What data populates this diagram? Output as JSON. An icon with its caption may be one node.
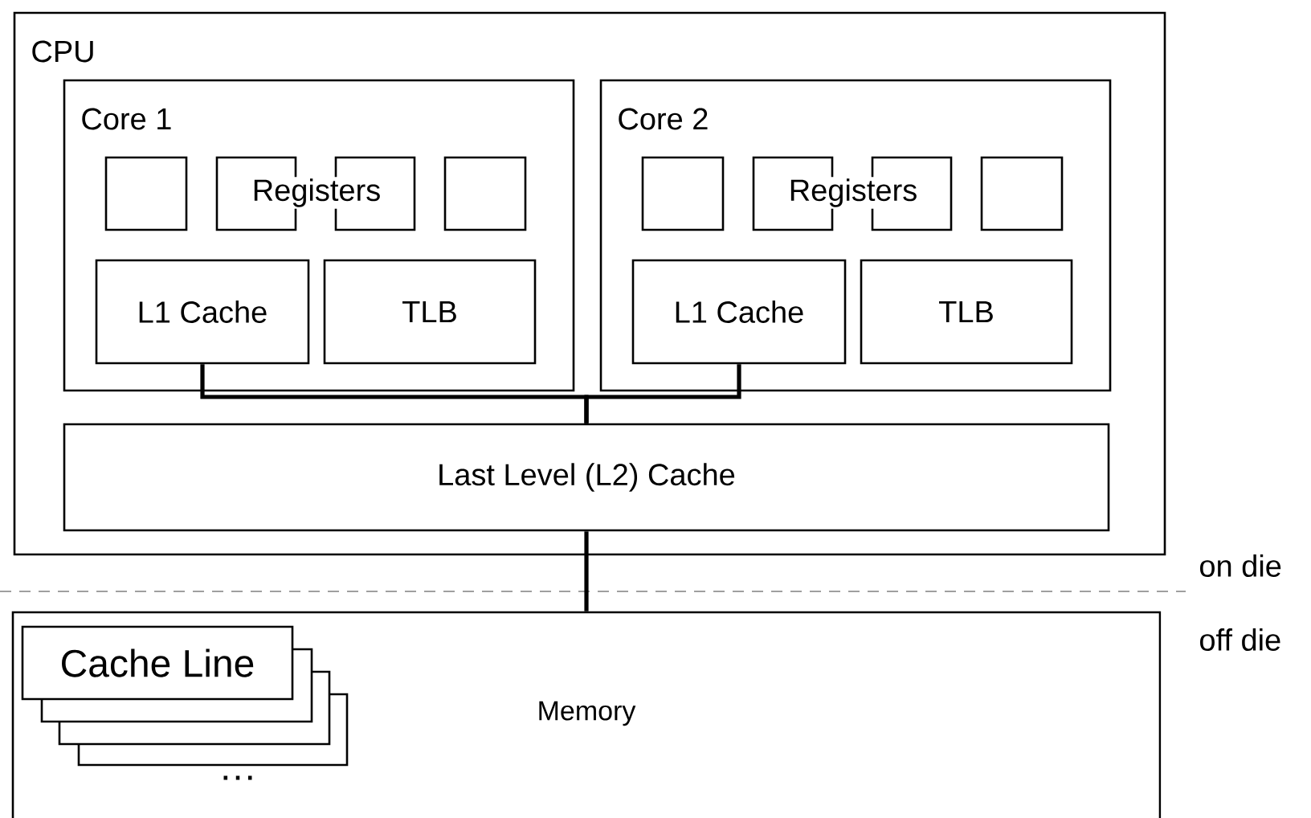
{
  "diagram": {
    "nodes": [
      {
        "text": [
          "CPU"
        ]
      },
      {
        "text": [
          "Core 1"
        ],
        "in": 0
      },
      {
        "text": [],
        "shape": "box",
        "in": 1
      },
      {
        "text": [],
        "shape": "box",
        "in": 1
      },
      {
        "text": [],
        "shape": "box",
        "in": 1
      },
      {
        "text": [],
        "shape": "box",
        "in": 1
      },
      {
        "text": [
          "L1 Cache"
        ],
        "in": 1
      },
      {
        "text": [
          "TLB"
        ],
        "in": 1
      },
      {
        "text": [
          "Core 2"
        ],
        "in": 0
      },
      {
        "text": [],
        "shape": "box",
        "in": 8
      },
      {
        "text": [],
        "shape": "box",
        "in": 8
      },
      {
        "text": [],
        "shape": "box",
        "in": 8
      },
      {
        "text": [],
        "shape": "box",
        "in": 8
      },
      {
        "text": [
          "L1 Cache"
        ],
        "in": 8
      },
      {
        "text": [
          "TLB"
        ],
        "in": 8
      },
      {
        "text": [
          "Last Level (L2) Cache"
        ],
        "in": 0
      },
      {
        "text": [
          "Memory"
        ]
      },
      {
        "text": [
          "Cache Line"
        ],
        "in": 16
      },
      {
        "text": [],
        "shape": "box",
        "in": 16
      },
      {
        "text": [],
        "shape": "box",
        "in": 16
      },
      {
        "text": [],
        "shape": "box",
        "in": 16
      }
    ],
    "edges": [
      {
        "from": 6,
        "to": 15,
        "arrow": "none"
      },
      {
        "from": 13,
        "to": 15,
        "arrow": "none"
      },
      {
        "from": 15,
        "to": 16,
        "arrow": "none"
      }
    ],
    "labels": [
      "Registers",
      "Registers",
      "on die",
      "off die",
      "…"
    ]
  }
}
